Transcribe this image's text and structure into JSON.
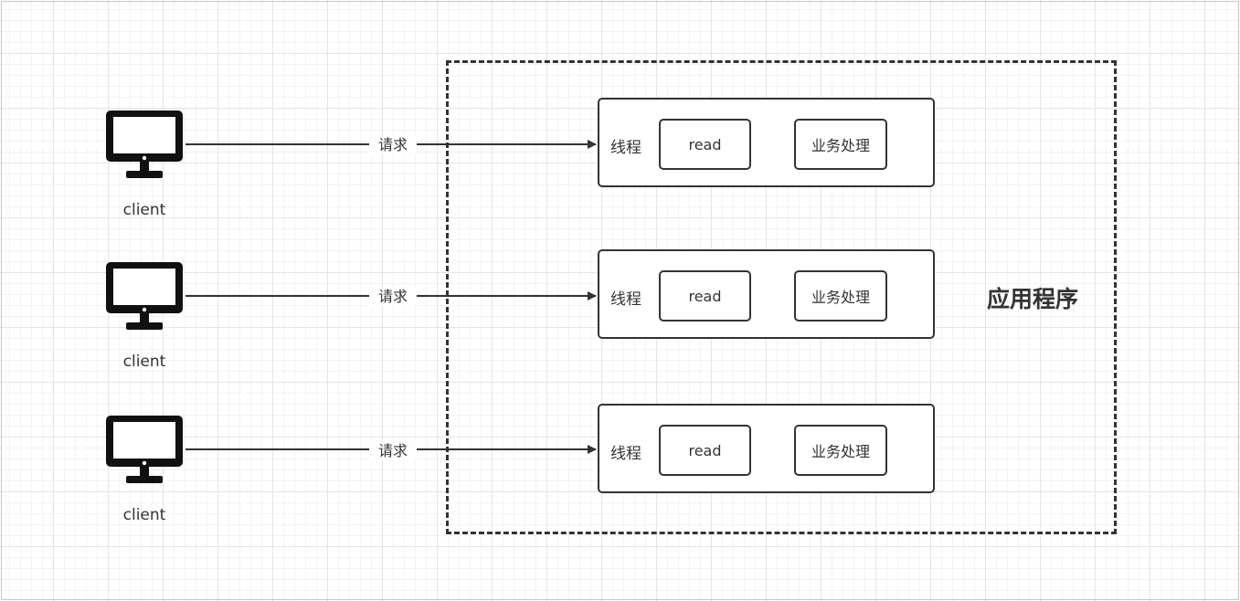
{
  "app": {
    "title": "应用程序"
  },
  "rows": [
    {
      "client_label": "client",
      "request_label": "请求",
      "thread_label": "线程",
      "read_label": "read",
      "business_label": "业务处理"
    },
    {
      "client_label": "client",
      "request_label": "请求",
      "thread_label": "线程",
      "read_label": "read",
      "business_label": "业务处理"
    },
    {
      "client_label": "client",
      "request_label": "请求",
      "thread_label": "线程",
      "read_label": "read",
      "business_label": "业务处理"
    }
  ],
  "icons": {
    "client": "desktop-monitor-icon"
  },
  "colors": {
    "stroke": "#333333"
  }
}
